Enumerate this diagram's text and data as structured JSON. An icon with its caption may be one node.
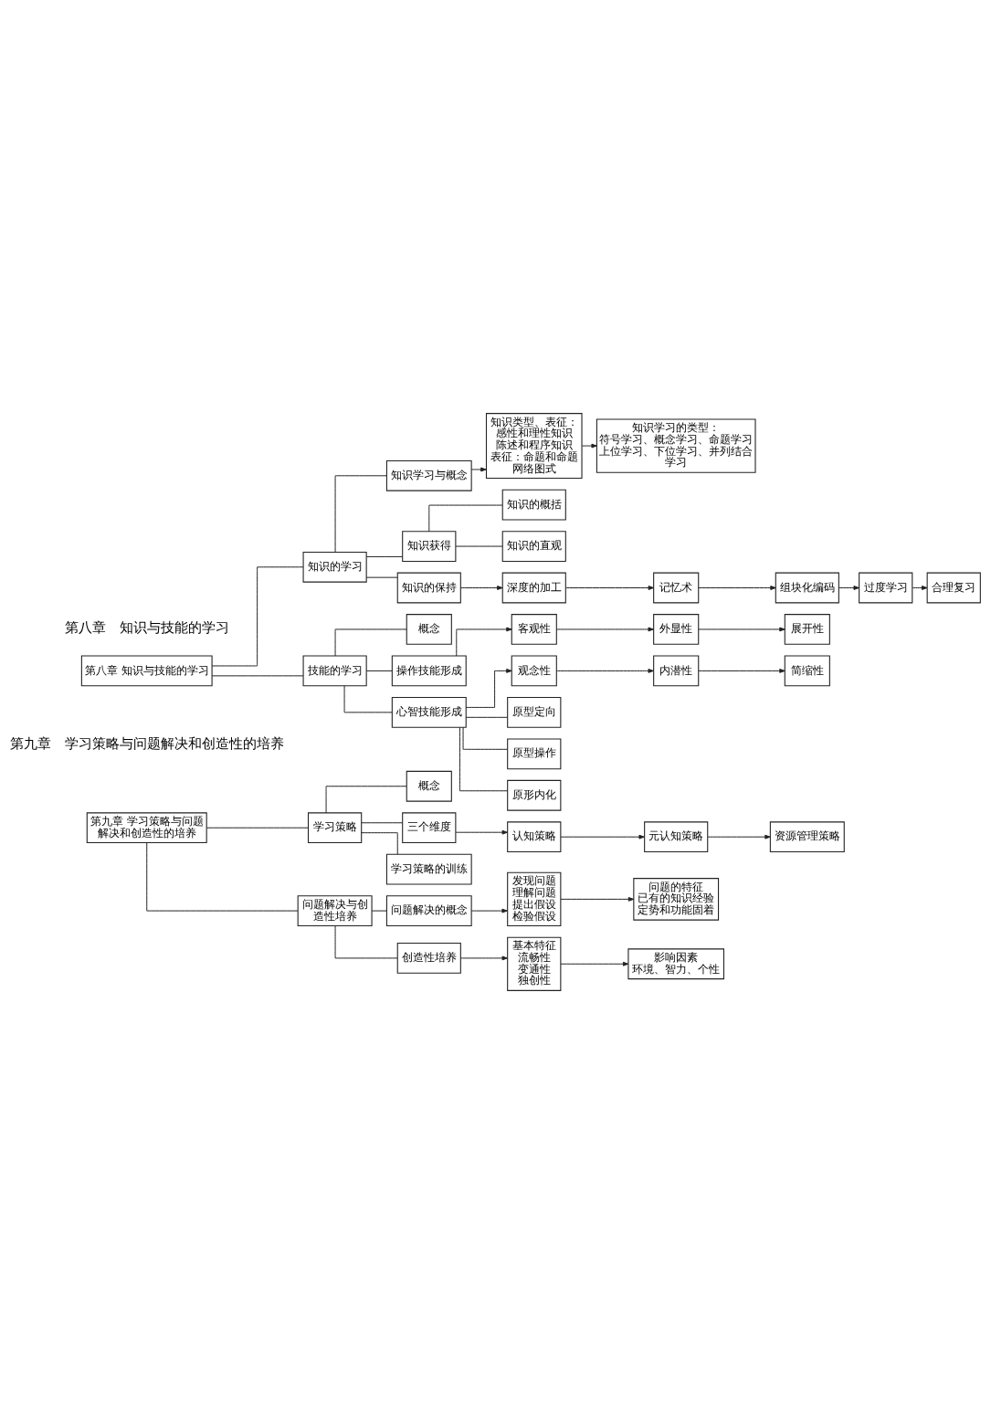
{
  "diagram": {
    "nodes": [
      {
        "text": [
          "第八章 知识与技能的学习"
        ]
      },
      {
        "text": [
          "知识的学习"
        ]
      },
      {
        "text": [
          "知识学习与概念"
        ]
      },
      {
        "text": [
          "知识类型、表征：",
          "感性和理性知识",
          "陈述和程序知识",
          "表征：命题和命题网络图式"
        ]
      },
      {
        "text": [
          "知识学习的类型：",
          "符号学习、概念学习、命题学习",
          "上位学习、下位学习、并列结合学习"
        ]
      },
      {
        "text": [
          "知识获得"
        ]
      },
      {
        "text": [
          "知识的概括"
        ]
      },
      {
        "text": [
          "知识的直观"
        ]
      },
      {
        "text": [
          "知识的保持"
        ]
      },
      {
        "text": [
          "深度的加工"
        ]
      },
      {
        "text": [
          "记忆术"
        ]
      },
      {
        "text": [
          "组块化编码"
        ]
      },
      {
        "text": [
          "过度学习"
        ]
      },
      {
        "text": [
          "合理复习"
        ]
      },
      {
        "text": [
          "技能的学习"
        ]
      },
      {
        "text": [
          "概念"
        ]
      },
      {
        "text": [
          "操作技能形成"
        ]
      },
      {
        "text": [
          "客观性"
        ]
      },
      {
        "text": [
          "外显性"
        ]
      },
      {
        "text": [
          "展开性"
        ]
      },
      {
        "text": [
          "心智技能形成"
        ]
      },
      {
        "text": [
          "观念性"
        ]
      },
      {
        "text": [
          "内潜性"
        ]
      },
      {
        "text": [
          "简缩性"
        ]
      },
      {
        "text": [
          "原型定向"
        ]
      },
      {
        "text": [
          "原型操作"
        ]
      },
      {
        "text": [
          "原形内化"
        ]
      },
      {
        "text": [
          "第九章 学习策略与问题解决和创造性的培养"
        ]
      },
      {
        "text": [
          "学习策略"
        ]
      },
      {
        "text": [
          "概念"
        ]
      },
      {
        "text": [
          "三个维度"
        ]
      },
      {
        "text": [
          "认知策略"
        ]
      },
      {
        "text": [
          "元认知策略"
        ]
      },
      {
        "text": [
          "资源管理策略"
        ]
      },
      {
        "text": [
          "学习策略的训练"
        ]
      },
      {
        "text": [
          "问题解决与创造性培养"
        ]
      },
      {
        "text": [
          "问题解决的概念"
        ]
      },
      {
        "text": [
          "发现问题",
          "理解问题",
          "提出假设",
          "检验假设"
        ]
      },
      {
        "text": [
          "问题的特征",
          "已有的知识经验",
          "定势和功能固着"
        ]
      },
      {
        "text": [
          "创造性培养"
        ]
      },
      {
        "text": [
          "基本特征",
          "流畅性",
          "变通性",
          "独创性"
        ]
      },
      {
        "text": [
          "影响因素",
          "环境、智力、个性"
        ]
      }
    ],
    "edges": [
      {
        "from": 0,
        "to": 1,
        "arrow": "none"
      },
      {
        "from": 0,
        "to": 14,
        "arrow": "none"
      },
      {
        "from": 1,
        "to": 2,
        "arrow": "none"
      },
      {
        "from": 1,
        "to": 5,
        "arrow": "none"
      },
      {
        "from": 1,
        "to": 8,
        "arrow": "none"
      },
      {
        "from": 2,
        "to": 3,
        "arrow": "to"
      },
      {
        "from": 3,
        "to": 4,
        "arrow": "to"
      },
      {
        "from": 5,
        "to": 6,
        "arrow": "none"
      },
      {
        "from": 5,
        "to": 7,
        "arrow": "none"
      },
      {
        "from": 8,
        "to": 9,
        "arrow": "to"
      },
      {
        "from": 9,
        "to": 10,
        "arrow": "to"
      },
      {
        "from": 10,
        "to": 11,
        "arrow": "to"
      },
      {
        "from": 11,
        "to": 12,
        "arrow": "to"
      },
      {
        "from": 12,
        "to": 13,
        "arrow": "to"
      },
      {
        "from": 14,
        "to": 15,
        "arrow": "none"
      },
      {
        "from": 14,
        "to": 16,
        "arrow": "none"
      },
      {
        "from": 14,
        "to": 20,
        "arrow": "none"
      },
      {
        "from": 16,
        "to": 17,
        "arrow": "to"
      },
      {
        "from": 17,
        "to": 18,
        "arrow": "to"
      },
      {
        "from": 18,
        "to": 19,
        "arrow": "to"
      },
      {
        "from": 20,
        "to": 21,
        "arrow": "to"
      },
      {
        "from": 21,
        "to": 22,
        "arrow": "to"
      },
      {
        "from": 22,
        "to": 23,
        "arrow": "to"
      },
      {
        "from": 20,
        "to": 24,
        "arrow": "none"
      },
      {
        "from": 20,
        "to": 25,
        "arrow": "none"
      },
      {
        "from": 20,
        "to": 26,
        "arrow": "none"
      },
      {
        "from": 27,
        "to": 28,
        "arrow": "none"
      },
      {
        "from": 27,
        "to": 35,
        "arrow": "none"
      },
      {
        "from": 28,
        "to": 29,
        "arrow": "none"
      },
      {
        "from": 28,
        "to": 30,
        "arrow": "none"
      },
      {
        "from": 28,
        "to": 34,
        "arrow": "none"
      },
      {
        "from": 30,
        "to": 31,
        "arrow": "to"
      },
      {
        "from": 31,
        "to": 32,
        "arrow": "to"
      },
      {
        "from": 32,
        "to": 33,
        "arrow": "to"
      },
      {
        "from": 35,
        "to": 36,
        "arrow": "none"
      },
      {
        "from": 35,
        "to": 39,
        "arrow": "none"
      },
      {
        "from": 36,
        "to": 37,
        "arrow": "to"
      },
      {
        "from": 37,
        "to": 38,
        "arrow": "to"
      },
      {
        "from": 39,
        "to": 40,
        "arrow": "to"
      },
      {
        "from": 40,
        "to": 41,
        "arrow": "to"
      }
    ],
    "labels": [
      "第八章　知识与技能的学习",
      "第九章　学习策略与问题解决和创造性的培养"
    ]
  }
}
